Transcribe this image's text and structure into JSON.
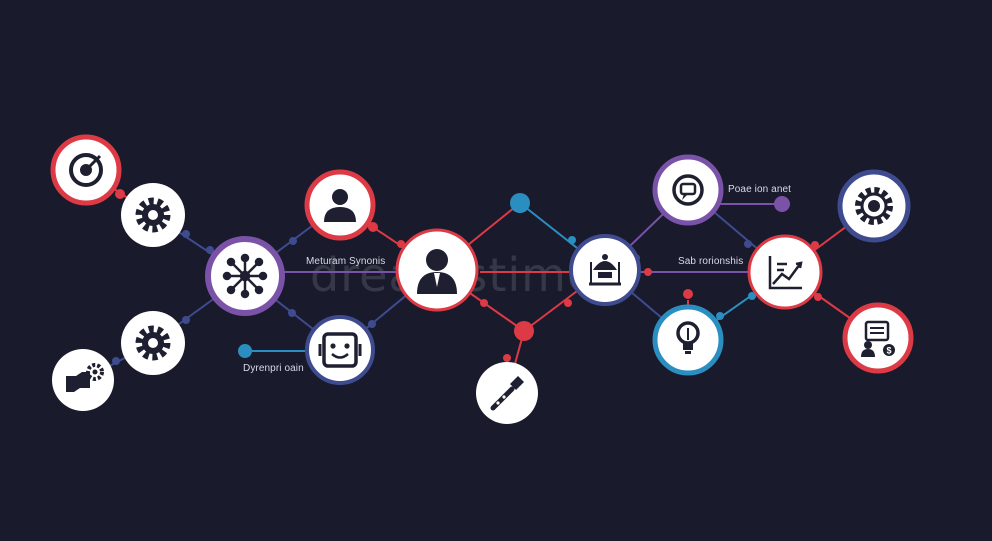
{
  "labels": {
    "metadata_synonyms": "Meturam Synonis",
    "sub_relationships": "Sab rorionshis",
    "page_ion_anet": "Poae ion anet",
    "dependencies": "Dyrenpri oain"
  },
  "watermark": "dreamstime",
  "colors": {
    "background": "#191a2c",
    "red": "#dc3a45",
    "purple": "#7a52a8",
    "blue": "#2a8fc0",
    "navy": "#3f4b8f",
    "node_fill": "#ffffff",
    "icon": "#1e1f30"
  },
  "nodes": [
    {
      "id": "target",
      "icon": "target-icon",
      "ring": "red"
    },
    {
      "id": "gear-top",
      "icon": "gear-icon",
      "ring": "none"
    },
    {
      "id": "network-hub",
      "icon": "network-icon",
      "ring": "purple"
    },
    {
      "id": "gear-bottom",
      "icon": "gear-icon",
      "ring": "none"
    },
    {
      "id": "hand-gear",
      "icon": "hand-gear-icon",
      "ring": "none"
    },
    {
      "id": "user-top",
      "icon": "user-icon",
      "ring": "red"
    },
    {
      "id": "face",
      "icon": "face-frame-icon",
      "ring": "navy"
    },
    {
      "id": "person-center",
      "icon": "person-icon",
      "ring": "red"
    },
    {
      "id": "brush",
      "icon": "brush-icon",
      "ring": "none"
    },
    {
      "id": "pot",
      "icon": "pot-icon",
      "ring": "navy"
    },
    {
      "id": "chat-ring",
      "icon": "chat-icon",
      "ring": "purple"
    },
    {
      "id": "lightbulb",
      "icon": "lightbulb-icon",
      "ring": "blue"
    },
    {
      "id": "chart",
      "icon": "chart-icon",
      "ring": "red"
    },
    {
      "id": "gear-ring",
      "icon": "gear-ring-icon",
      "ring": "navy"
    },
    {
      "id": "document-dollar",
      "icon": "document-dollar-icon",
      "ring": "red"
    }
  ]
}
